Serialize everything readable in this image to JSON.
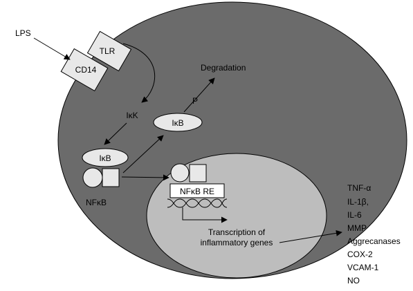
{
  "labels": {
    "lps": "LPS",
    "tlr": "TLR",
    "cd14": "CD14",
    "degradation": "Degradation",
    "p": "P",
    "ikk": "IκK",
    "ikb_free": "IκB",
    "ikb_bound": "IκB",
    "nfkb": "NFκB",
    "nfkb_re": "NFκB RE",
    "transcription_line1": "Transcription of",
    "transcription_line2": "inflammatory genes"
  },
  "outputs": [
    "TNF-α",
    "IL-1β,",
    "IL-6",
    "MMP",
    "Aggrecanases",
    "COX-2",
    "VCAM-1",
    "NO"
  ],
  "colors": {
    "cell": "#6b6b6b",
    "nucleus": "#bdbdbd",
    "shape_fill": "#e8e8e8",
    "nfkb_re_box": "#ffffff",
    "line": "#000000"
  }
}
